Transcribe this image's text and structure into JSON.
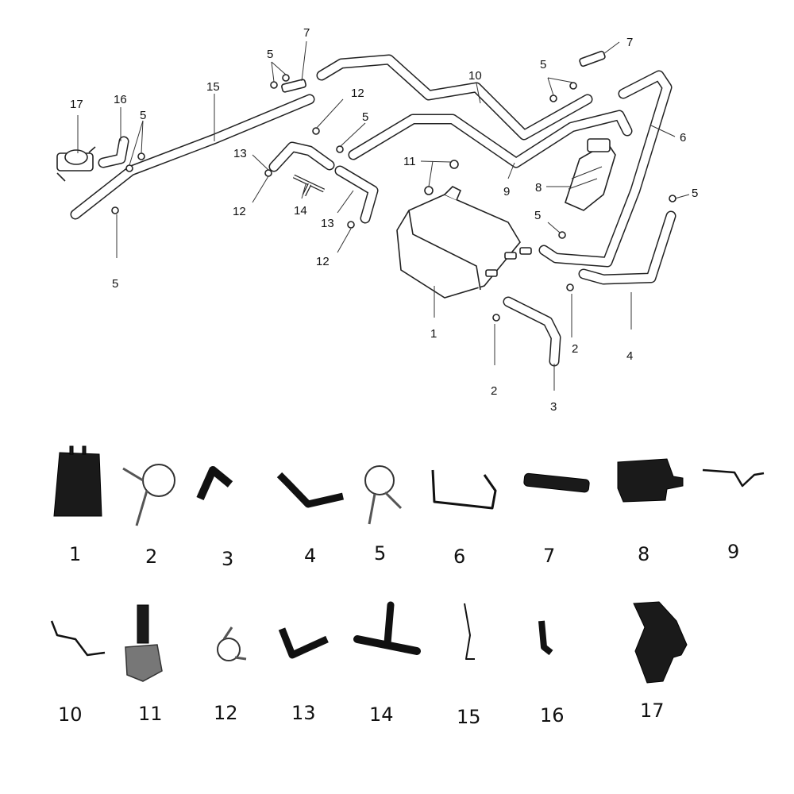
{
  "diagram": {
    "callouts": {
      "n1": "1",
      "n2a": "2",
      "n2b": "2",
      "n3": "3",
      "n4": "4",
      "n5a": "5",
      "n5b": "5",
      "n5c": "5",
      "n5d": "5",
      "n5e": "5",
      "n5f": "5",
      "n5g": "5",
      "n6": "6",
      "n7a": "7",
      "n7b": "7",
      "n8": "8",
      "n9": "9",
      "n10": "10",
      "n11": "11",
      "n12a": "12",
      "n12b": "12",
      "n12c": "12",
      "n13a": "13",
      "n13b": "13",
      "n14": "14",
      "n15": "15",
      "n16": "16",
      "n17": "17"
    }
  },
  "gallery": {
    "row1": [
      "1",
      "2",
      "3",
      "4",
      "5",
      "6",
      "7",
      "8",
      "9"
    ],
    "row2": [
      "10",
      "11",
      "12",
      "13",
      "14",
      "15",
      "16",
      "17"
    ]
  }
}
